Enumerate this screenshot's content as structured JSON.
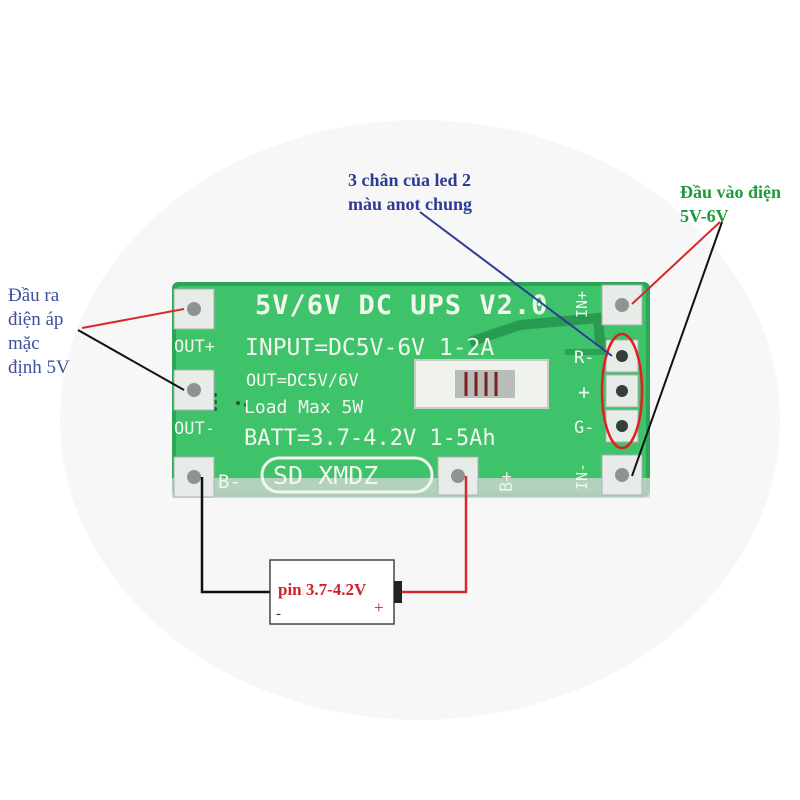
{
  "annotations": {
    "output_lines": [
      "Đầu ra",
      "điện áp",
      "mặc",
      "định 5V"
    ],
    "led_lines": [
      "3 chân của led 2",
      "màu anot chung"
    ],
    "input_lines": [
      "Đầu vào điện",
      "5V-6V"
    ]
  },
  "board": {
    "title": "5V/6V DC UPS V2.0",
    "input_spec": "INPUT=DC5V-6V 1-2A",
    "out_spec": "OUT=DC5V/6V",
    "load_spec": "Load Max 5W",
    "batt_spec": "BATT=3.7-4.2V 1-5Ah",
    "brand": "SD XMDZ",
    "labels": {
      "out_plus": "OUT+",
      "out_minus": "OUT-",
      "b_minus": "B-",
      "b_plus": "B+",
      "in_plus": "IN+",
      "in_minus": "IN-",
      "r": "R-",
      "plus": "+",
      "g": "G-"
    }
  },
  "battery": {
    "label": "pin 3.7-4.2V",
    "plus": "+",
    "minus": "-"
  },
  "colors": {
    "board_green": "#3ec26a",
    "silkscreen": "#f2f7ee",
    "wire_red": "#d42a2a",
    "wire_black": "#111111",
    "led_circle": "#e02020",
    "output_text": "#3e4f9c",
    "led_text": "#2d3a96",
    "input_text": "#1f9a3c"
  }
}
